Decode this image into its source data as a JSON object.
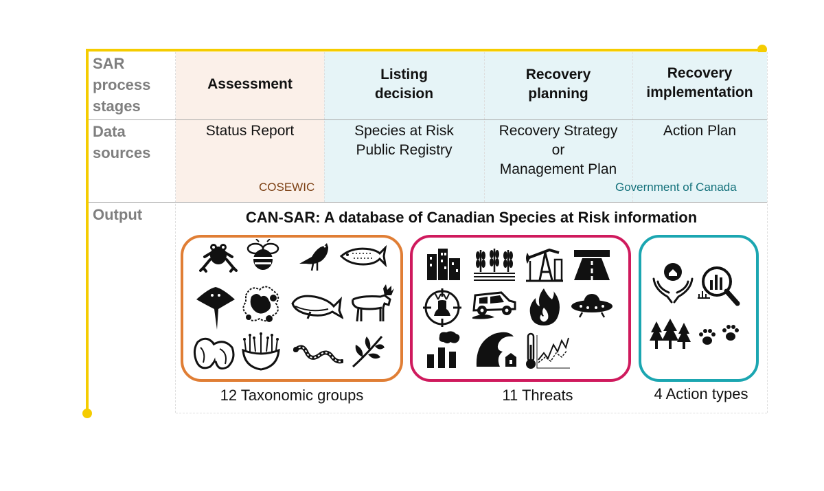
{
  "rows": {
    "stages_label": "SAR process stages",
    "stages_lines": [
      "SAR",
      "process",
      "stages"
    ],
    "sources_lines": [
      "Data",
      "sources"
    ],
    "output_label": "Output"
  },
  "stages": {
    "assessment": "Assessment",
    "listing_1": "Listing",
    "listing_2": "decision",
    "planning_1": "Recovery",
    "planning_2": "planning",
    "implementation_1": "Recovery",
    "implementation_2": "implementation"
  },
  "sources": {
    "assessment": "Status Report",
    "listing_1": "Species at Risk",
    "listing_2": "Public Registry",
    "planning_1": "Recovery Strategy",
    "planning_2": "or",
    "planning_3": "Management Plan",
    "implementation": "Action Plan"
  },
  "organizations": {
    "cosewic": "COSEWIC",
    "government": "Government of Canada"
  },
  "output": {
    "title": "CAN-SAR: A database of Canadian Species at Risk information",
    "taxonomic_caption": "12 Taxonomic groups",
    "threats_caption": "11 Threats",
    "actions_caption": "4 Action types"
  },
  "icons": {
    "taxonomic_groups": [
      "frog-icon",
      "bee-icon",
      "bird-icon",
      "fish-icon",
      "stingray-icon",
      "lichen-icon",
      "whale-icon",
      "moose-icon",
      "mussel-icon",
      "moss-icon",
      "snake-icon",
      "plant-sprig-icon"
    ],
    "threats": [
      "buildings-icon",
      "crops-icon",
      "oil-pump-icon",
      "highway-icon",
      "hunting-target-icon",
      "off-road-vehicle-icon",
      "fire-icon",
      "invasive-ufo-icon",
      "pollution-factory-icon",
      "flood-wave-icon",
      "climate-thermometer-icon"
    ],
    "action_types": [
      "hands-protect-icon",
      "research-magnifier-icon",
      "forest-icon",
      "paw-prints-icon"
    ]
  },
  "colors": {
    "frame": "#f5cc00",
    "assessment_bg": "#fbf0e9",
    "government_bg": "#e6f4f7",
    "cosewic_text": "#7b3f12",
    "government_text": "#12707a",
    "taxonomic_border": "#e07e35",
    "threats_border": "#cf1a5d",
    "actions_border": "#1ba6b1",
    "row_label": "#7f7f7f"
  }
}
